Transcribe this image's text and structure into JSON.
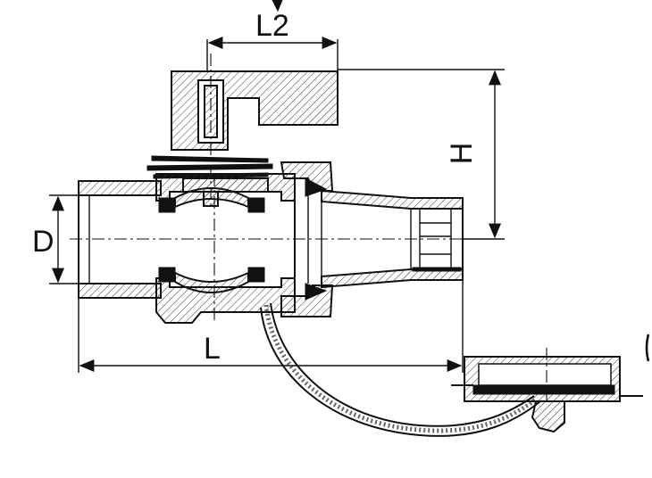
{
  "labels": {
    "l2": "L2",
    "h": "H",
    "d": "D",
    "l": "L"
  },
  "colors": {
    "line": "#111111",
    "background": "#ffffff"
  }
}
